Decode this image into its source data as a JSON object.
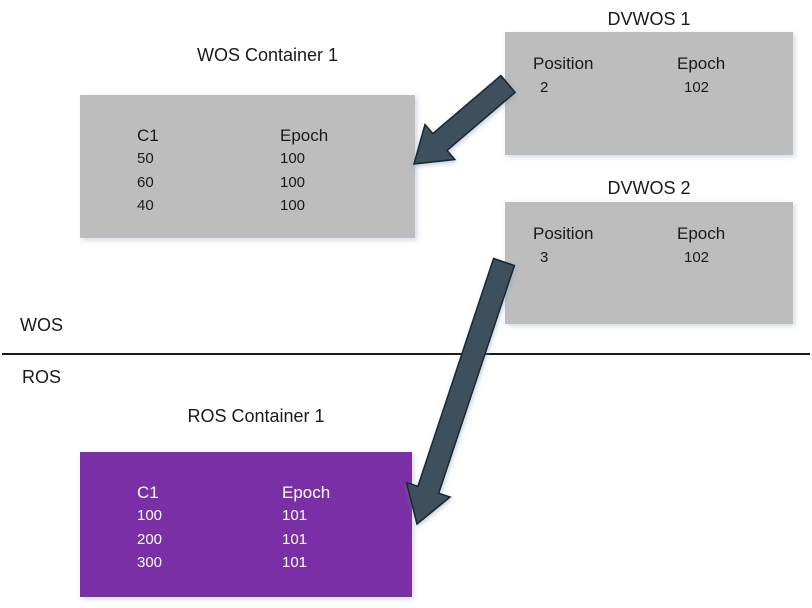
{
  "sections": {
    "wos_label": "WOS",
    "ros_label": "ROS"
  },
  "wos_container": {
    "title": "WOS Container 1",
    "columns": [
      "C1",
      "Epoch"
    ],
    "rows": [
      [
        "50",
        "100"
      ],
      [
        "60",
        "100"
      ],
      [
        "40",
        "100"
      ]
    ]
  },
  "dvwos1": {
    "title": "DVWOS 1",
    "columns": [
      "Position",
      "Epoch"
    ],
    "rows": [
      [
        "2",
        "102"
      ]
    ]
  },
  "dvwos2": {
    "title": "DVWOS 2",
    "columns": [
      "Position",
      "Epoch"
    ],
    "rows": [
      [
        "3",
        "102"
      ]
    ]
  },
  "ros_container": {
    "title": "ROS Container 1",
    "columns": [
      "C1",
      "Epoch"
    ],
    "rows": [
      [
        "100",
        "101"
      ],
      [
        "200",
        "101"
      ],
      [
        "300",
        "101"
      ]
    ]
  },
  "colors": {
    "gray_box": "#bdbdbd",
    "purple_box": "#7b2fa6",
    "arrow": "#3e505e"
  }
}
